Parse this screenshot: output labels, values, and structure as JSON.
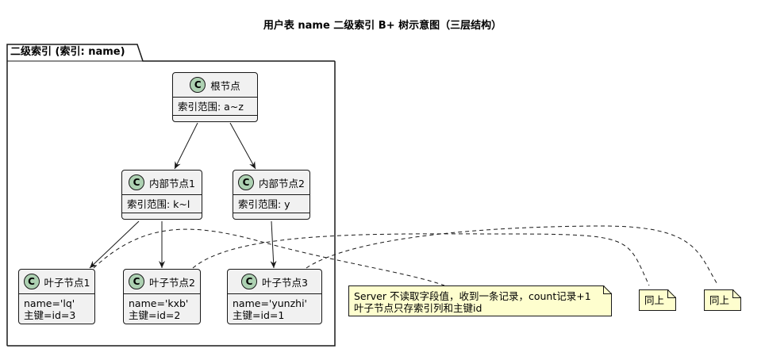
{
  "title": "用户表 name 二级索引 B+ 树示意图（三层结构）",
  "package": {
    "label": "二级索引 (索引: name)"
  },
  "nodes": {
    "root": {
      "badge": "C",
      "name": "根节点",
      "fields": [
        "索引范围: a~z"
      ]
    },
    "internal1": {
      "badge": "C",
      "name": "内部节点1",
      "fields": [
        "索引范围: k~l"
      ]
    },
    "internal2": {
      "badge": "C",
      "name": "内部节点2",
      "fields": [
        "索引范围: y"
      ]
    },
    "leaf1": {
      "badge": "C",
      "name": "叶子节点1",
      "fields": [
        "name='lq'",
        "主键=id=3"
      ]
    },
    "leaf2": {
      "badge": "C",
      "name": "叶子节点2",
      "fields": [
        "name='kxb'",
        "主键=id=2"
      ]
    },
    "leaf3": {
      "badge": "C",
      "name": "叶子节点3",
      "fields": [
        "name='yunzhi'",
        "主键=id=1"
      ]
    }
  },
  "notes": {
    "main": [
      "Server 不读取字段值，收到一条记录，count记录+1",
      "叶子节点只存索引列和主键id"
    ],
    "same1": "同上",
    "same2": "同上"
  },
  "colors": {
    "class_fill": "#f1f1f1",
    "badge_fill": "#add1b2",
    "note_fill": "#fefece",
    "line": "#181818"
  }
}
